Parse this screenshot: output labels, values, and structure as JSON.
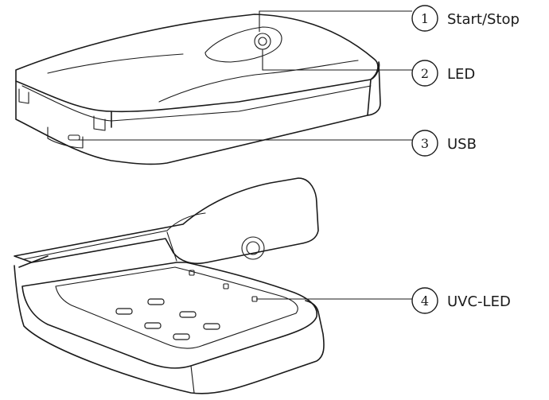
{
  "callouts": [
    {
      "number": "1",
      "label": "Start/Stop"
    },
    {
      "number": "2",
      "label": "LED"
    },
    {
      "number": "3",
      "label": "USB"
    },
    {
      "number": "4",
      "label": "UVC-LED"
    }
  ]
}
